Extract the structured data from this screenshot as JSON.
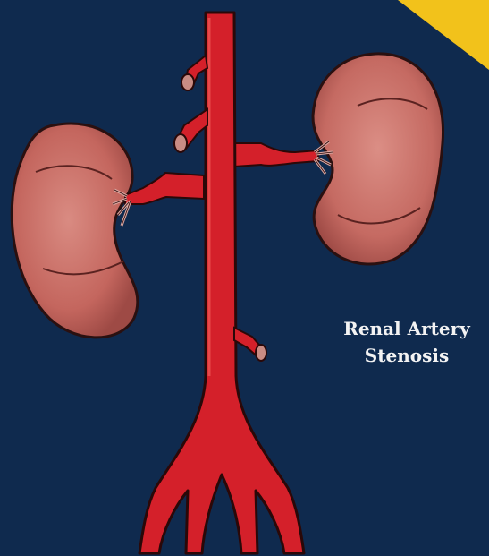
{
  "caption": {
    "line1": "Renal Artery",
    "line2": "Stenosis"
  },
  "colors": {
    "background": "#0f2a4e",
    "artery": "#d4202a",
    "kidney": "#c86a62",
    "corner_accent": "#f2c21b"
  },
  "icons": [
    "aorta",
    "left-kidney",
    "right-kidney",
    "renal-artery",
    "corner-accent"
  ]
}
